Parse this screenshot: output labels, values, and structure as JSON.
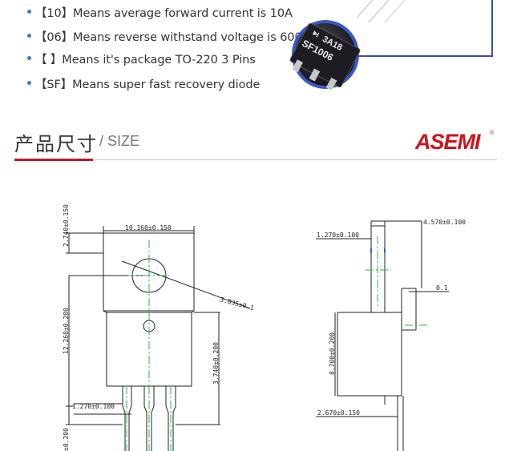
{
  "features": [
    {
      "text": "【10】Means average forward current is 10A"
    },
    {
      "text": "【06】Means reverse withstand voltage is 600V"
    },
    {
      "text": "【 】Means it's package TO-220 3 Pins"
    },
    {
      "text": "【SF】Means super fast recovery diode"
    }
  ],
  "chip": {
    "marking_line1": "3A18",
    "marking_line2": "SF1006"
  },
  "section": {
    "title": "产品尺寸",
    "subtitle": "/ SIZE"
  },
  "brand": {
    "logo": "ASEMI",
    "mark": "®",
    "color": "#d0121b"
  },
  "colors": {
    "accent_red": "#c0162a",
    "bullet_blue": "#2f7fd0",
    "box_blue": "#3a4bb0"
  },
  "dimensions": {
    "top_height": "2.740±0.150",
    "body_width": "10.160±0.150",
    "hole_dia": "3.835±0.1",
    "total_height": "12.260±0.200",
    "tab_height": "3.740±0.200",
    "pin_width": "1.270±0.100",
    "lead_len": "±0.200",
    "side_top": "1.270±0.100",
    "side_thick": "4.570±0.100",
    "side_offset": "0.1",
    "side_body": "8.700±0.200",
    "side_lead": "2.670±0.150"
  }
}
